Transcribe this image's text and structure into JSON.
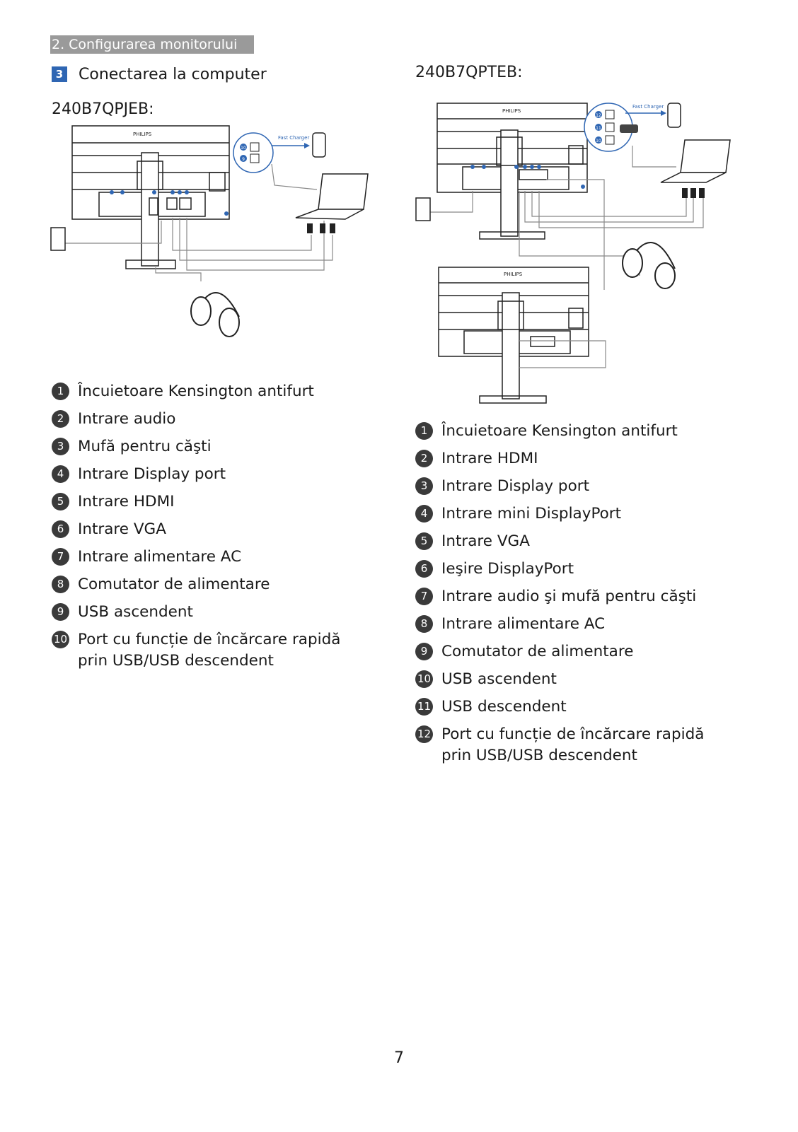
{
  "header": {
    "chapter": "2. Configurarea monitorului"
  },
  "section": {
    "number": "3",
    "title": "Conectarea la computer"
  },
  "left": {
    "model": "240B7QPJEB:",
    "diagram": {
      "callouts": [
        "10",
        "9"
      ],
      "charger_label": "Fast Charger"
    },
    "items": [
      {
        "n": "1",
        "text": "Încuietoare Kensington antifurt"
      },
      {
        "n": "2",
        "text": "Intrare audio"
      },
      {
        "n": "3",
        "text": "Mufă pentru căşti"
      },
      {
        "n": "4",
        "text": "Intrare Display port"
      },
      {
        "n": "5",
        "text": "Intrare HDMI"
      },
      {
        "n": "6",
        "text": "Intrare VGA"
      },
      {
        "n": "7",
        "text": "Intrare alimentare AC"
      },
      {
        "n": "8",
        "text": "Comutator de alimentare"
      },
      {
        "n": "9",
        "text": "USB ascendent"
      },
      {
        "n": "10",
        "text": "Port cu funcție de încărcare rapidă prin USB/USB descendent"
      }
    ]
  },
  "right": {
    "model": "240B7QPTEB:",
    "diagram": {
      "callouts": [
        "12",
        "11",
        "10"
      ],
      "charger_label": "Fast Charger"
    },
    "items": [
      {
        "n": "1",
        "text": "Încuietoare Kensington antifurt"
      },
      {
        "n": "2",
        "text": "Intrare HDMI"
      },
      {
        "n": "3",
        "text": "Intrare Display port"
      },
      {
        "n": "4",
        "text": "Intrare mini DisplayPort"
      },
      {
        "n": "5",
        "text": "Intrare VGA"
      },
      {
        "n": "6",
        "text": "Ieşire DisplayPort"
      },
      {
        "n": "7",
        "text": "Intrare audio şi mufă pentru căşti"
      },
      {
        "n": "8",
        "text": "Intrare alimentare AC"
      },
      {
        "n": "9",
        "text": "Comutator de alimentare"
      },
      {
        "n": "10",
        "text": "USB ascendent"
      },
      {
        "n": "11",
        "text": "USB descendent"
      },
      {
        "n": "12",
        "text": "Port cu funcție de încărcare rapidă prin USB/USB descendent"
      }
    ]
  },
  "colors": {
    "accent": "#2f66b3",
    "header_bg": "#9a9a9a",
    "bullet": "#3a3a3a"
  },
  "footer": {
    "page_number": "7"
  }
}
